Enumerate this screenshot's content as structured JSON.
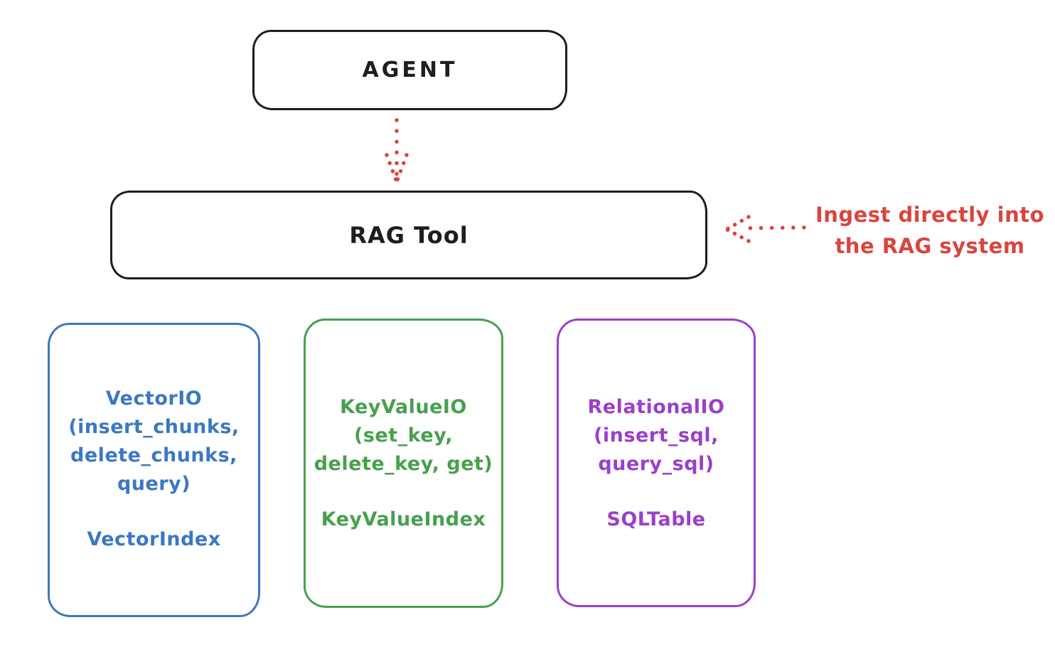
{
  "colors": {
    "ink": "#1e1e1e",
    "background": "#ffffff",
    "accent_red": "#d9453d",
    "vector_blue": "#3b78c2",
    "keyvalue_green": "#47a04e",
    "relational_purple": "#9c3fc9"
  },
  "agent_node": {
    "label": "AGENT"
  },
  "rag_tool_node": {
    "label": "RAG Tool"
  },
  "ingest_annotation": {
    "text": "Ingest directly into\nthe RAG system"
  },
  "arrows": {
    "agent_to_rag": {
      "style": "dotted",
      "direction": "down",
      "color": "#d9453d"
    },
    "ingest_to_rag": {
      "style": "dotted",
      "direction": "left",
      "color": "#d9453d"
    }
  },
  "backends": [
    {
      "id": "vector",
      "color": "#3b78c2",
      "io_text": "VectorIO\n(insert_chunks,\ndelete_chunks,\nquery)",
      "index_text": "VectorIndex"
    },
    {
      "id": "keyvalue",
      "color": "#47a04e",
      "io_text": "KeyValueIO\n(set_key,\ndelete_key, get)",
      "index_text": "KeyValueIndex"
    },
    {
      "id": "relational",
      "color": "#9c3fc9",
      "io_text": "RelationalIO\n(insert_sql,\nquery_sql)",
      "index_text": "SQLTable"
    }
  ]
}
